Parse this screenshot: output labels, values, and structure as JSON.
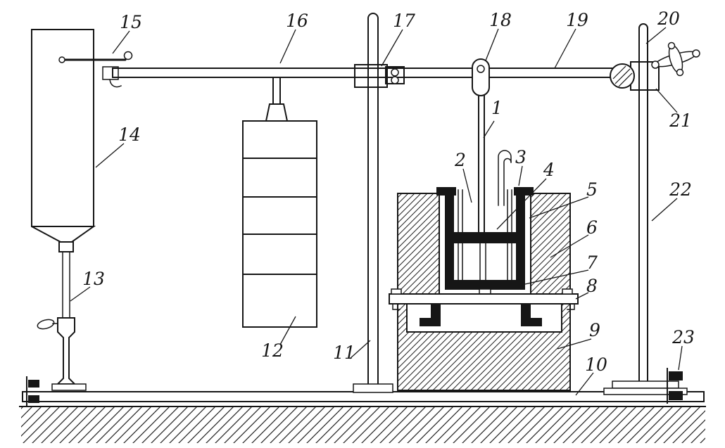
{
  "diagram": {
    "ink_color": "#161616",
    "paper_color": "#ffffff"
  },
  "callouts": [
    {
      "id": "1",
      "text": "1"
    },
    {
      "id": "2",
      "text": "2"
    },
    {
      "id": "3",
      "text": "3"
    },
    {
      "id": "4",
      "text": "4"
    },
    {
      "id": "5",
      "text": "5"
    },
    {
      "id": "6",
      "text": "6"
    },
    {
      "id": "7",
      "text": "7"
    },
    {
      "id": "8",
      "text": "8"
    },
    {
      "id": "9",
      "text": "9"
    },
    {
      "id": "10",
      "text": "10"
    },
    {
      "id": "11",
      "text": "11"
    },
    {
      "id": "12",
      "text": "12"
    },
    {
      "id": "13",
      "text": "13"
    },
    {
      "id": "14",
      "text": "14"
    },
    {
      "id": "15",
      "text": "15"
    },
    {
      "id": "16",
      "text": "16"
    },
    {
      "id": "17",
      "text": "17"
    },
    {
      "id": "18",
      "text": "18"
    },
    {
      "id": "19",
      "text": "19"
    },
    {
      "id": "20",
      "text": "20"
    },
    {
      "id": "21",
      "text": "21"
    },
    {
      "id": "22",
      "text": "22"
    },
    {
      "id": "23",
      "text": "23"
    }
  ]
}
